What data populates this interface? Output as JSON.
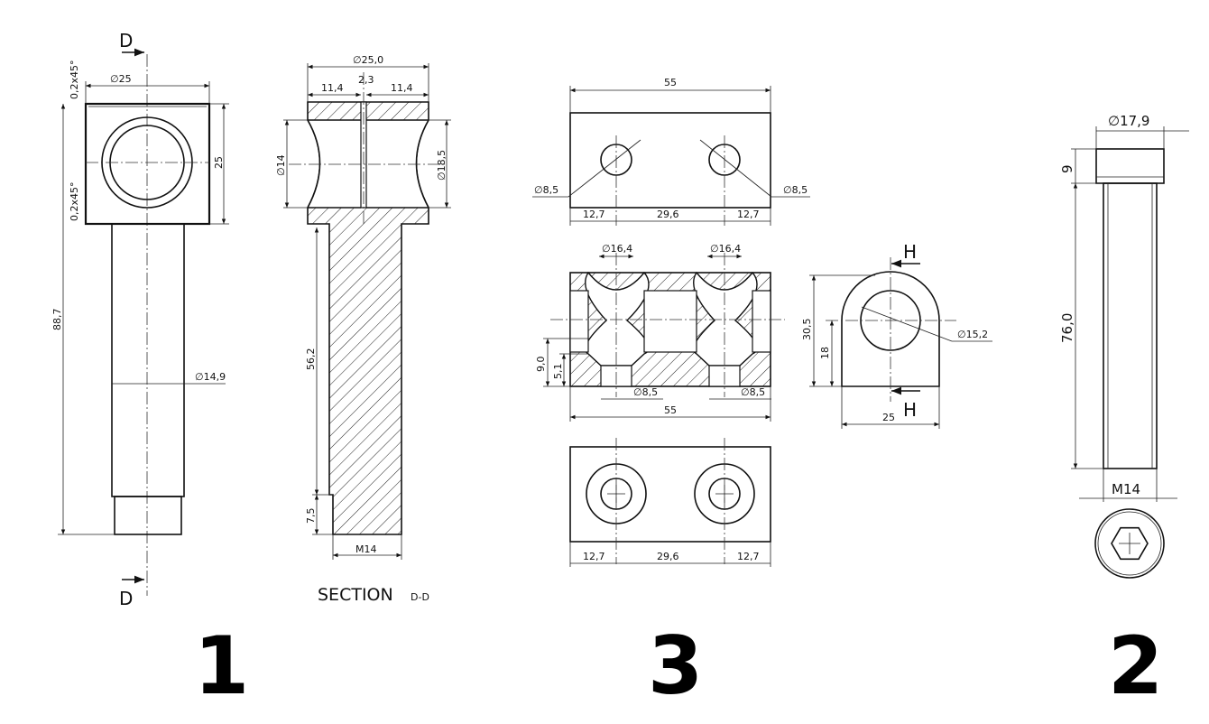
{
  "part1": {
    "number": "1",
    "section_mark_top": "D",
    "section_mark_bottom": "D",
    "dims": {
      "d_top": "∅25",
      "chamfer_top": "0,2x45°",
      "chamfer_mid": "0,2x45°",
      "height_block": "25",
      "length_total": "88,7",
      "d_shaft": "∅14,9"
    }
  },
  "section": {
    "title": "SECTION",
    "suffix": "D-D",
    "dims": {
      "d_outer": "∅25,0",
      "left_w": "11,4",
      "slot_w": "2,3",
      "right_w": "11,4",
      "d_left_bore": "∅14",
      "d_right_bore": "∅18,5",
      "shaft_len": "56,2",
      "thread_len": "7,5",
      "thread": "M14"
    }
  },
  "part3": {
    "number": "3",
    "top_view": {
      "width": "55",
      "hole_left": "∅8,5",
      "hole_right": "∅8,5",
      "pos_left": "12,7",
      "pitch": "29,6",
      "pos_right": "12,7"
    },
    "front_section": {
      "d_left": "∅16,4",
      "d_right": "∅16,4",
      "h_total": "9,0",
      "h_lower": "5,1",
      "hole_left": "∅8,5",
      "hole_right": "∅8,5",
      "width": "55"
    },
    "side_view": {
      "mark_top": "H",
      "mark_bottom": "H",
      "height": "30,5",
      "center_h": "18",
      "bore": "∅15,2",
      "width": "25"
    },
    "bottom_view": {
      "pos_left": "12,7",
      "pitch": "29,6",
      "pos_right": "12,7"
    }
  },
  "part2": {
    "number": "2",
    "dims": {
      "d_head": "∅17,9",
      "head_h": "9",
      "length": "76,0",
      "thread": "M14"
    }
  }
}
